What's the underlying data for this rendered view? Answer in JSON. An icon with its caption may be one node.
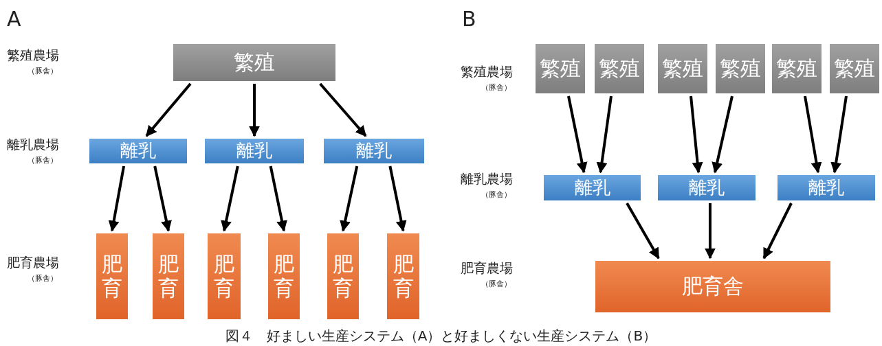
{
  "diagram": {
    "caption": "図４　好ましい生産システム（A）と好ましくない生産システム（B）",
    "nodes": [
      {
        "text": [
          "繁殖"
        ]
      },
      {
        "text": [
          "離乳"
        ]
      },
      {
        "text": [
          "離乳"
        ]
      },
      {
        "text": [
          "離乳"
        ]
      },
      {
        "text": [
          "肥育"
        ]
      },
      {
        "text": [
          "肥育"
        ]
      },
      {
        "text": [
          "肥育"
        ]
      },
      {
        "text": [
          "肥育"
        ]
      },
      {
        "text": [
          "肥育"
        ]
      },
      {
        "text": [
          "肥育"
        ]
      },
      {
        "text": [
          "繁殖"
        ]
      },
      {
        "text": [
          "繁殖"
        ]
      },
      {
        "text": [
          "繁殖"
        ]
      },
      {
        "text": [
          "繁殖"
        ]
      },
      {
        "text": [
          "繁殖"
        ]
      },
      {
        "text": [
          "繁殖"
        ]
      },
      {
        "text": [
          "離乳"
        ]
      },
      {
        "text": [
          "離乳"
        ]
      },
      {
        "text": [
          "離乳"
        ]
      },
      {
        "text": [
          "肥育舎"
        ]
      }
    ],
    "edges": [
      {
        "from": 0,
        "to": 1,
        "arrow": "to"
      },
      {
        "from": 0,
        "to": 2,
        "arrow": "to"
      },
      {
        "from": 0,
        "to": 3,
        "arrow": "to"
      },
      {
        "from": 1,
        "to": 4,
        "arrow": "to"
      },
      {
        "from": 1,
        "to": 5,
        "arrow": "to"
      },
      {
        "from": 2,
        "to": 6,
        "arrow": "to"
      },
      {
        "from": 2,
        "to": 7,
        "arrow": "to"
      },
      {
        "from": 3,
        "to": 8,
        "arrow": "to"
      },
      {
        "from": 3,
        "to": 9,
        "arrow": "to"
      },
      {
        "from": 10,
        "to": 16,
        "arrow": "to"
      },
      {
        "from": 11,
        "to": 16,
        "arrow": "to"
      },
      {
        "from": 12,
        "to": 17,
        "arrow": "to"
      },
      {
        "from": 13,
        "to": 17,
        "arrow": "to"
      },
      {
        "from": 14,
        "to": 18,
        "arrow": "to"
      },
      {
        "from": 15,
        "to": 18,
        "arrow": "to"
      },
      {
        "from": 16,
        "to": 19,
        "arrow": "to"
      },
      {
        "from": 17,
        "to": 19,
        "arrow": "to"
      },
      {
        "from": 18,
        "to": 19,
        "arrow": "to"
      }
    ],
    "labels": [
      "A",
      "繁殖農場",
      "（豚舎）",
      "離乳農場",
      "（豚舎）",
      "肥育農場",
      "（豚舎）",
      "B",
      "繁殖農場",
      "（豚舎）",
      "離乳農場",
      "（豚舎）",
      "肥育農場",
      "（豚舎）"
    ]
  }
}
